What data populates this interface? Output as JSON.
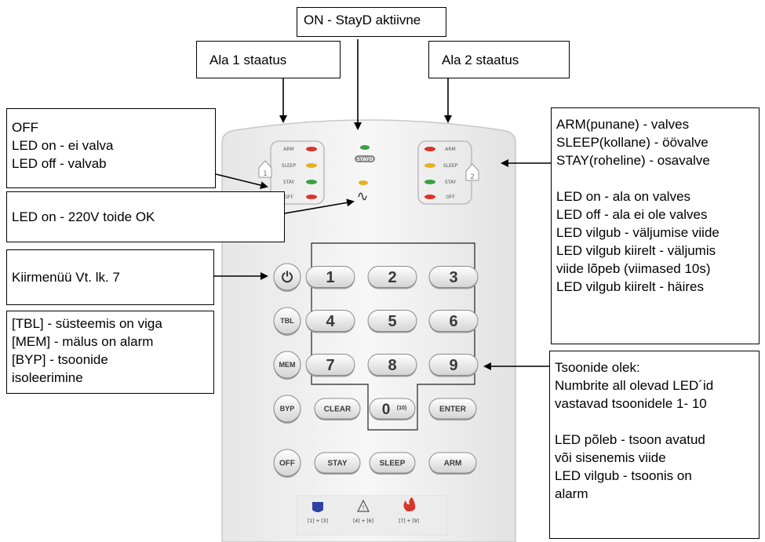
{
  "callouts": {
    "top": "ON - StayD aktiivne",
    "ala1": "Ala 1 staatus",
    "ala2": "Ala 2 staatus",
    "off": [
      "OFF",
      "LED on - ei valva",
      "LED off - valvab"
    ],
    "power": "LED on - 220V toide OK",
    "quick": "Kiirmenüü Vt. lk. 7",
    "keys": [
      "[TBL] - süsteemis on viga",
      "[MEM] - mälus on alarm",
      "[BYP] - tsoonide",
      "isoleerimine"
    ],
    "arm": [
      "ARM(punane) - valves",
      "SLEEP(kollane) - öövalve",
      "STAY(roheline) - osavalve"
    ],
    "led": [
      "LED on - ala on valves",
      "LED off - ala ei ole valves",
      "LED vilgub - väljumise viide",
      "LED vilgub kiirelt - väljumis",
      "viide lõpeb (viimased 10s)",
      "LED vilgub kiirelt - häires"
    ],
    "zones1": [
      "Tsoonide olek:",
      "Numbrite all olevad LED´id",
      "vastavad tsoonidele 1- 10"
    ],
    "zones2": [
      "LED põleb - tsoon avatud",
      "või sisenemis viide",
      "LED vilgub - tsoonis on",
      "alarm"
    ]
  },
  "keypad": {
    "area1_leds": [
      "ARM",
      "SLEEP",
      "STAY",
      "OFF"
    ],
    "area2_leds": [
      "ARM",
      "SLEEP",
      "STAY",
      "OFF"
    ],
    "area1_number": "1",
    "area2_number": "2",
    "stayd_label": "STAYD",
    "power_symbol": "∿",
    "quick_symbol": "⏻",
    "digits": [
      "1",
      "2",
      "3",
      "4",
      "5",
      "6",
      "7",
      "8",
      "9"
    ],
    "zero": "0",
    "zero_sub": "(10)",
    "side_keys": [
      "TBL",
      "MEM",
      "BYP"
    ],
    "clear": "CLEAR",
    "enter": "ENTER",
    "off": "OFF",
    "stay": "STAY",
    "sleep": "SLEEP",
    "arm": "ARM",
    "panic": [
      "[1] + [3]",
      "[4] + [6]",
      "[7] + [9]"
    ]
  },
  "colors": {
    "led_red": "#d9342b",
    "led_yellow": "#e6b020",
    "led_green": "#3aa040",
    "panel": "#f2f2f2"
  }
}
